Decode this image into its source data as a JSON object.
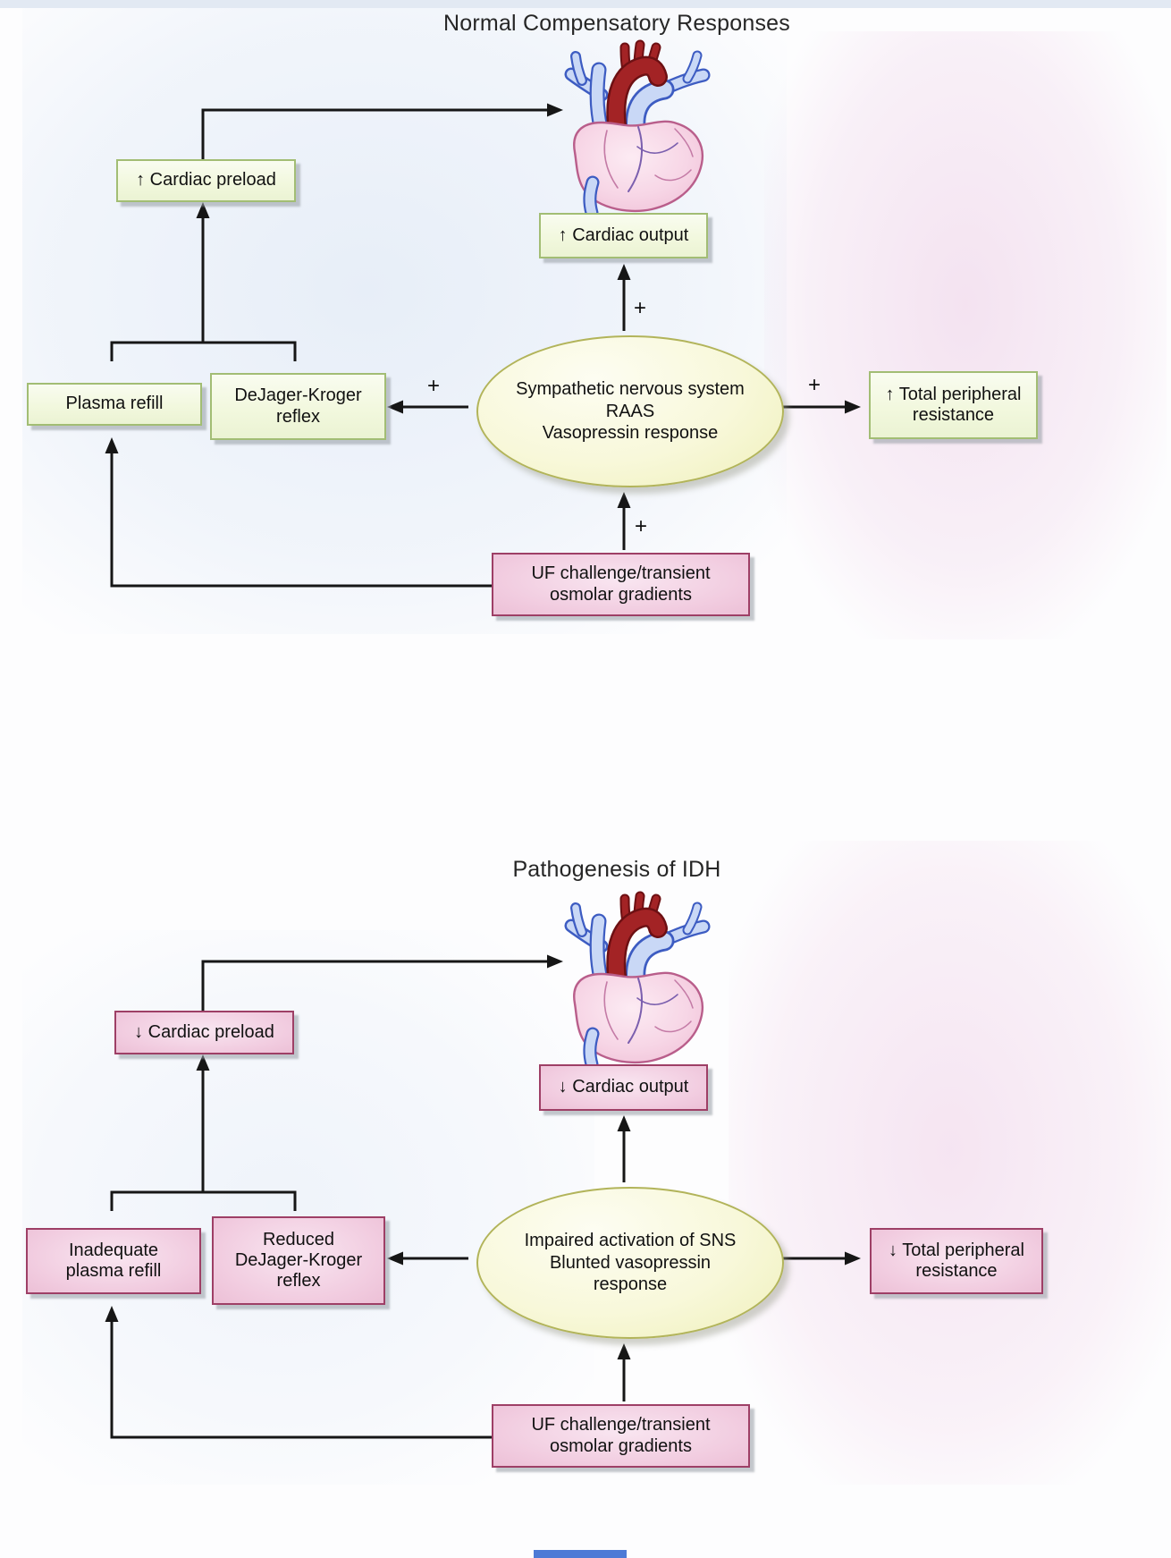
{
  "figure": {
    "panels": [
      {
        "title": "Normal Compensatory Responses",
        "nodes": {
          "preload": "↑ Cardiac preload",
          "output": "↑ Cardiac output",
          "refill": "Plasma refill",
          "reflex": "DeJager-Kroger\nreflex",
          "center": "Sympathetic nervous system\nRAAS\nVasopressin response",
          "resistance": "↑ Total peripheral\nresistance",
          "uf": "UF challenge/transient\nosmolar gradients"
        },
        "plus": {
          "to_output": "+",
          "to_reflex": "+",
          "to_resistance": "+",
          "from_uf": "+"
        }
      },
      {
        "title": "Pathogenesis of IDH",
        "nodes": {
          "preload": "↓ Cardiac preload",
          "output": "↓ Cardiac output",
          "refill": "Inadequate\nplasma refill",
          "reflex": "Reduced\nDeJager-Kroger\nreflex",
          "center": "Impaired activation of SNS\nBlunted vasopressin\nresponse",
          "resistance": "↓ Total peripheral\nresistance",
          "uf": "UF challenge/transient\nosmolar gradients"
        }
      }
    ],
    "icons": {
      "heart": "anatomical-heart-illustration"
    },
    "colors": {
      "green_node_fill": "#f2f8de",
      "green_node_border": "#a2bd74",
      "pink_node_fill": "#f1cbdf",
      "pink_node_border": "#9e3f66",
      "ellipse_fill": "#f8f8da",
      "ellipse_border": "#b2b45a",
      "arrow": "#161616",
      "heart_red": "#a32325",
      "vessel_blue": "#c9d8f6",
      "heart_body_pink": "#f7d6e6",
      "edge_bar_blue": "#4d7ad6"
    }
  }
}
